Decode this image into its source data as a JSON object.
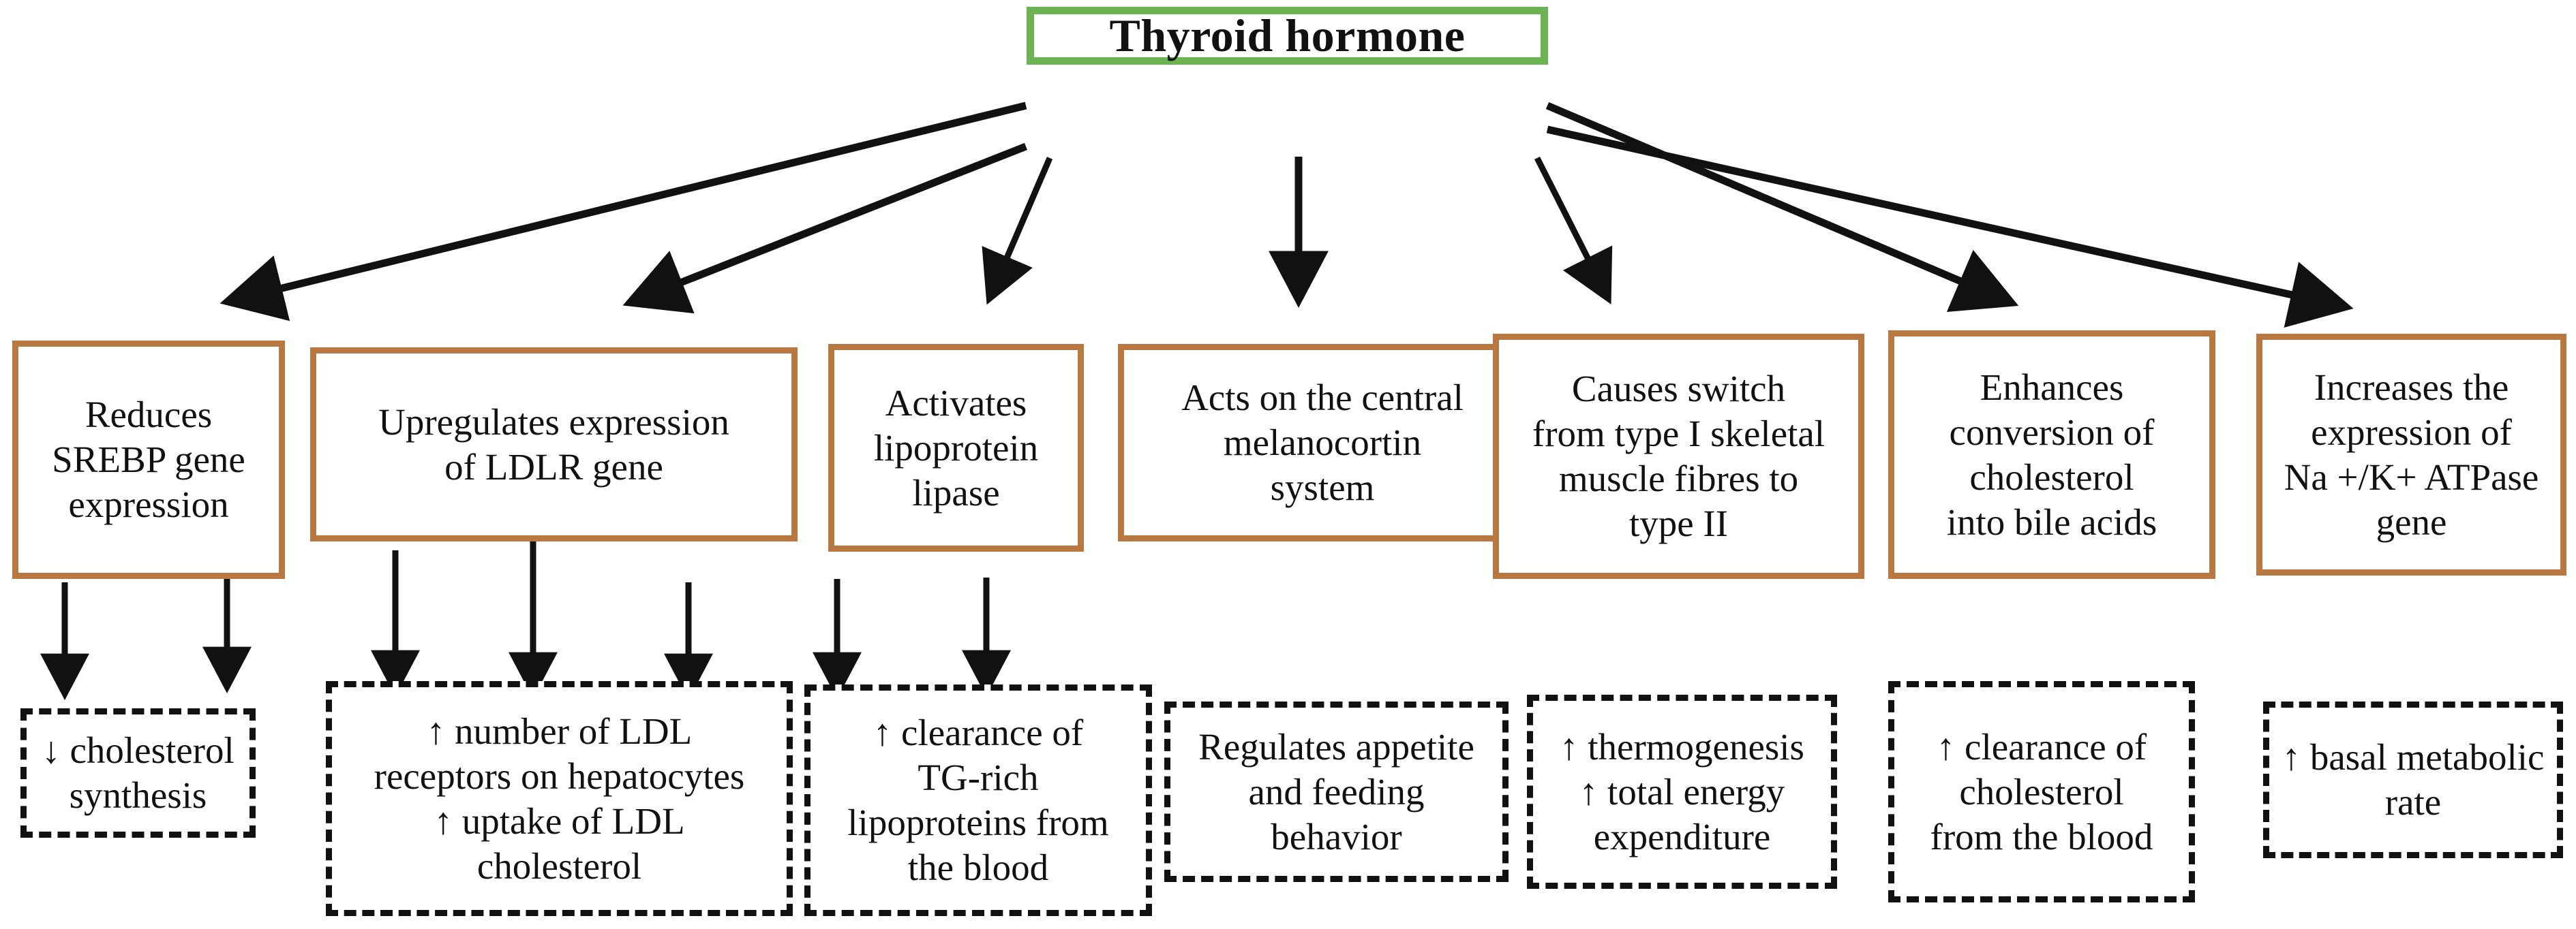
{
  "diagram": {
    "title_node": {
      "label": "Thyroid hormone",
      "border_color": "#6cb354"
    },
    "mid_border_color": "#b8783f",
    "leaf_border_color": "#111111",
    "branches": [
      {
        "mid": "Reduces\nSREBP gene\nexpression",
        "leaf": "↓ cholesterol\nsynthesis"
      },
      {
        "mid": "Upregulates expression\nof LDLR gene",
        "leaf": "↑ number of LDL\nreceptors on hepatocytes\n↑ uptake of LDL\ncholesterol"
      },
      {
        "mid": "Activates\nlipoprotein\nlipase",
        "leaf": "↑ clearance of\nTG-rich\nlipoproteins from\nthe blood"
      },
      {
        "mid": "Acts on the central\nmelanocortin\nsystem",
        "leaf": "Regulates appetite\nand feeding\nbehavior"
      },
      {
        "mid": "Causes switch\nfrom type I skeletal\nmuscle fibres to\ntype II",
        "leaf": "↑ thermogenesis\n↑ total energy\nexpenditure"
      },
      {
        "mid": "Enhances\nconversion of\ncholesterol\ninto bile acids",
        "leaf": "↑ clearance of\ncholesterol\nfrom the blood"
      },
      {
        "mid": "Increases the\nexpression of\nNa +/K+ ATPase\ngene",
        "leaf": "↑ basal metabolic\nrate"
      }
    ]
  }
}
